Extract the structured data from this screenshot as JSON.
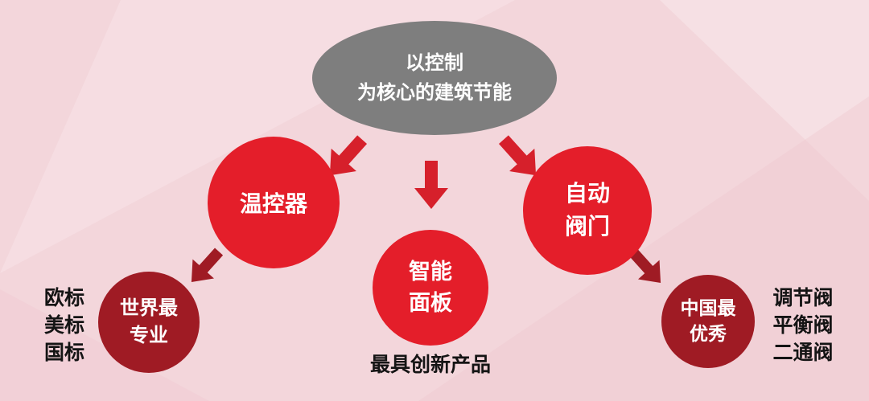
{
  "diagram": {
    "root": {
      "line1": "以控制",
      "line2": "为核心的建筑节能"
    },
    "nodes": {
      "thermostat": {
        "label": "温控器"
      },
      "smart_panel": {
        "line1": "智能",
        "line2": "面板"
      },
      "auto_valve": {
        "line1": "自动",
        "line2": "阀门"
      },
      "world_pro": {
        "line1": "世界最",
        "line2": "专业"
      },
      "china_best": {
        "line1": "中国最",
        "line2": "优秀"
      }
    },
    "annotations": {
      "left_standards": {
        "line1": "欧标",
        "line2": "美标",
        "line3": "国标"
      },
      "right_valves": {
        "line1": "调节阀",
        "line2": "平衡阀",
        "line3": "二通阀"
      },
      "bottom_note": "最具创新产品"
    }
  },
  "colors": {
    "background": "#f3d6db",
    "gray_node": "#7e7e7e",
    "red_node": "#e41e2a",
    "dark_red_node": "#9f1b24",
    "arrow_red": "#d6202b",
    "arrow_dark_red": "#9f1b24",
    "text_dark": "#141414",
    "text_white": "#ffffff"
  }
}
